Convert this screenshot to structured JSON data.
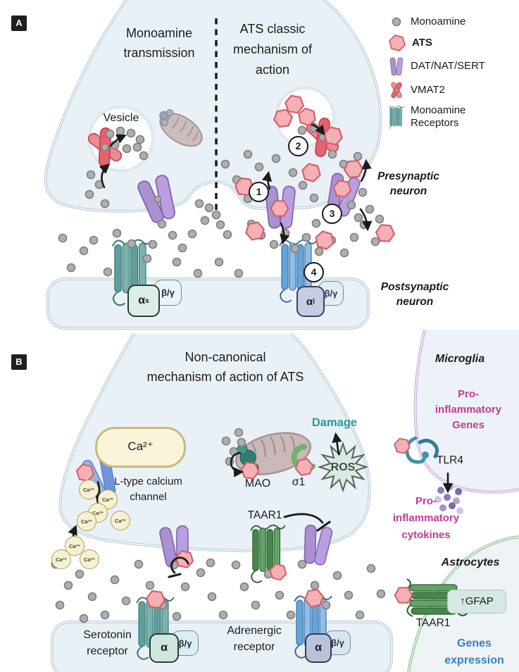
{
  "panel_a": {
    "badge": "A",
    "title_left": "Monoamine\ntransmission",
    "title_right": "ATS classic\nmechanism of\naction",
    "vesicle": "Vesicle",
    "presynaptic": "Presynaptic\nneuron",
    "postsynaptic": "Postsynaptic\nneuron",
    "steps": [
      "1",
      "2",
      "3",
      "4"
    ],
    "alpha": "α",
    "sub_s": "s",
    "sub_i": "i",
    "beta_gamma": "β/γ",
    "legend": {
      "monoamine": "Monoamine",
      "ats": "ATS",
      "dat": "DAT/NAT/SERT",
      "vmat2": "VMAT2",
      "receptors": "Monoamine\nReceptors"
    }
  },
  "panel_b": {
    "badge": "B",
    "title": "Non-canonical\nmechanism of action of ATS",
    "ca_store": "Ca²⁺",
    "ca_ion": "Ca²⁺",
    "l_type": "L-type calcium\nchannel",
    "mao": "MAO",
    "sigma1": "σ1",
    "damage": "Damage",
    "ros": "ROS",
    "taar1": "TAAR1",
    "serotonin": "Serotonin\nreceptor",
    "adrenergic": "Adrenergic\nreceptor",
    "alpha": "α",
    "beta_gamma": "β/γ",
    "microglia": {
      "title": "Microglia",
      "pro_genes": "Pro-\ninflammatory\nGenes",
      "tlr4": "TLR4",
      "pro_cytokines": "Pro-\ninflammatory\ncytokines"
    },
    "astrocytes": {
      "title": "Astrocytes",
      "gfap": "↑GFAP",
      "taar1": "TAAR1",
      "genes": "Genes\nexpression"
    }
  },
  "colors": {
    "cell_fill": "#eaf1f6",
    "membrane": "#c0d1db",
    "ats": "#f5b0b6",
    "ats_border": "#d4606c",
    "monoamine": "#aeaeb0",
    "transporter_purple": "#ab90d2",
    "vmat2_red": "#e5636e",
    "receptor_teal": "#5f9e9c",
    "receptor_blue": "#64a5d9",
    "taar1_green": "#47874a",
    "microglia_border": "#c9b4d8",
    "astrocyte_border": "#94c594",
    "pro_inflammatory": "#c03b99",
    "genes_blue": "#3b7ec0",
    "damage_teal": "#2a9a96"
  }
}
